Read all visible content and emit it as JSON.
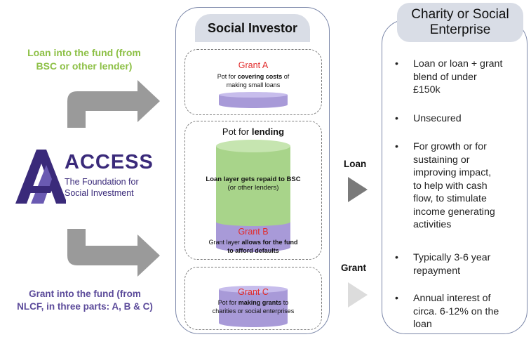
{
  "left": {
    "loan_caption": [
      "Loan into the fund (from",
      "BSC or other lender)"
    ],
    "grant_caption": [
      "Grant into the fund (from",
      "NLCF, in three parts: A, B & C)"
    ],
    "logo": {
      "word": "ACCESS",
      "tagline": [
        "The Foundation for",
        "Social Investment"
      ]
    }
  },
  "investor": {
    "title": "Social Investor",
    "grant_a": {
      "title": "Grant A",
      "desc_pre": "Pot for ",
      "desc_bold": "covering costs",
      "desc_post": " of",
      "desc_line2": "making small loans"
    },
    "lending": {
      "label_pre": "Pot for ",
      "label_bold": "lending",
      "loan_layer": {
        "bold": "Loan layer gets repaid to BSC",
        "rest": "(or other lenders)"
      },
      "grant_b": {
        "title": "Grant B",
        "line1_pre": "Grant layer ",
        "line1_bold": "allows for the fund",
        "line2_bold": "to afford defaults"
      }
    },
    "grant_c": {
      "title": "Grant C",
      "line1_pre": "Pot for ",
      "line1_bold": "making grants",
      "line1_post": " to",
      "line2": "charities or social enterprises"
    }
  },
  "flows": {
    "loan": "Loan",
    "grant": "Grant"
  },
  "charity": {
    "title": [
      "Charity or Social",
      "Enterprise"
    ],
    "bullets": [
      [
        "Loan or loan + grant",
        "blend of under",
        "£150k"
      ],
      [
        "Unsecured"
      ],
      [
        "For growth or for",
        "sustaining or",
        "improving impact,",
        "to help with cash",
        "flow, to stimulate",
        "income generating",
        "activities"
      ],
      [
        "Typically 3-6 year",
        "repayment"
      ],
      [
        "Annual interest of",
        "circa. 6-12% on the",
        "loan"
      ]
    ]
  },
  "colors": {
    "green": "#8dc046",
    "purple": "#5b4a9a",
    "grey_arrow": "#9a9a9a",
    "red": "#e12b2b"
  }
}
